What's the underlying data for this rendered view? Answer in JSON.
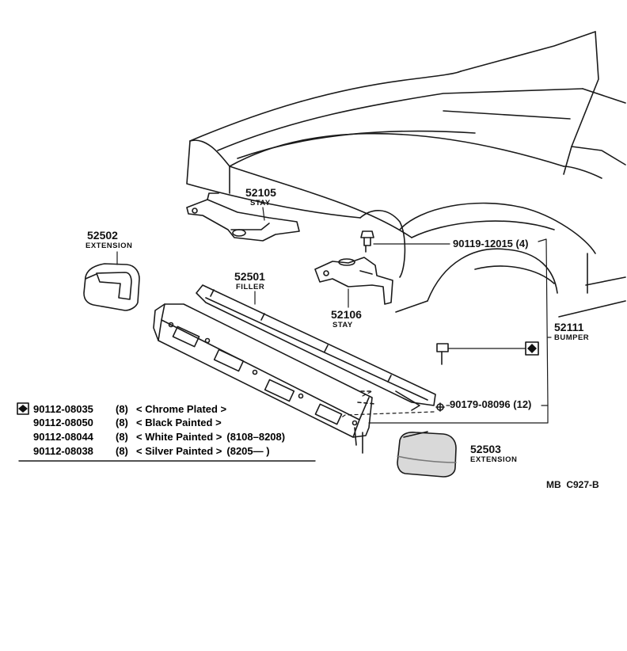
{
  "parts": {
    "stay_upper": {
      "number": "52105",
      "name": "STAY"
    },
    "stay_lower": {
      "number": "52106",
      "name": "STAY"
    },
    "extension_left": {
      "number": "52502",
      "name": "EXTENSION"
    },
    "extension_right": {
      "number": "52503",
      "name": "EXTENSION"
    },
    "filler": {
      "number": "52501",
      "name": "FILLER"
    },
    "bumper": {
      "number": "52111",
      "name": "BUMPER"
    }
  },
  "fasteners": {
    "bolt_upper": {
      "number": "90119-12015",
      "qty": "(4)"
    },
    "nut_lower": {
      "number": "90179-08096",
      "qty": "(12)"
    }
  },
  "bolt_list": [
    {
      "code": "90112-08035",
      "qty": "(8)",
      "desc": "< Chrome Plated >",
      "date": ""
    },
    {
      "code": "90112-08050",
      "qty": "(8)",
      "desc": "< Black Painted >",
      "date": ""
    },
    {
      "code": "90112-08044",
      "qty": "(8)",
      "desc": "< White Painted >",
      "date": "(8108–8208)"
    },
    {
      "code": "90112-08038",
      "qty": "(8)",
      "desc": "< Silver Painted >",
      "date": "(8205—        )"
    }
  ],
  "diagram_code": "MB  C927-B"
}
